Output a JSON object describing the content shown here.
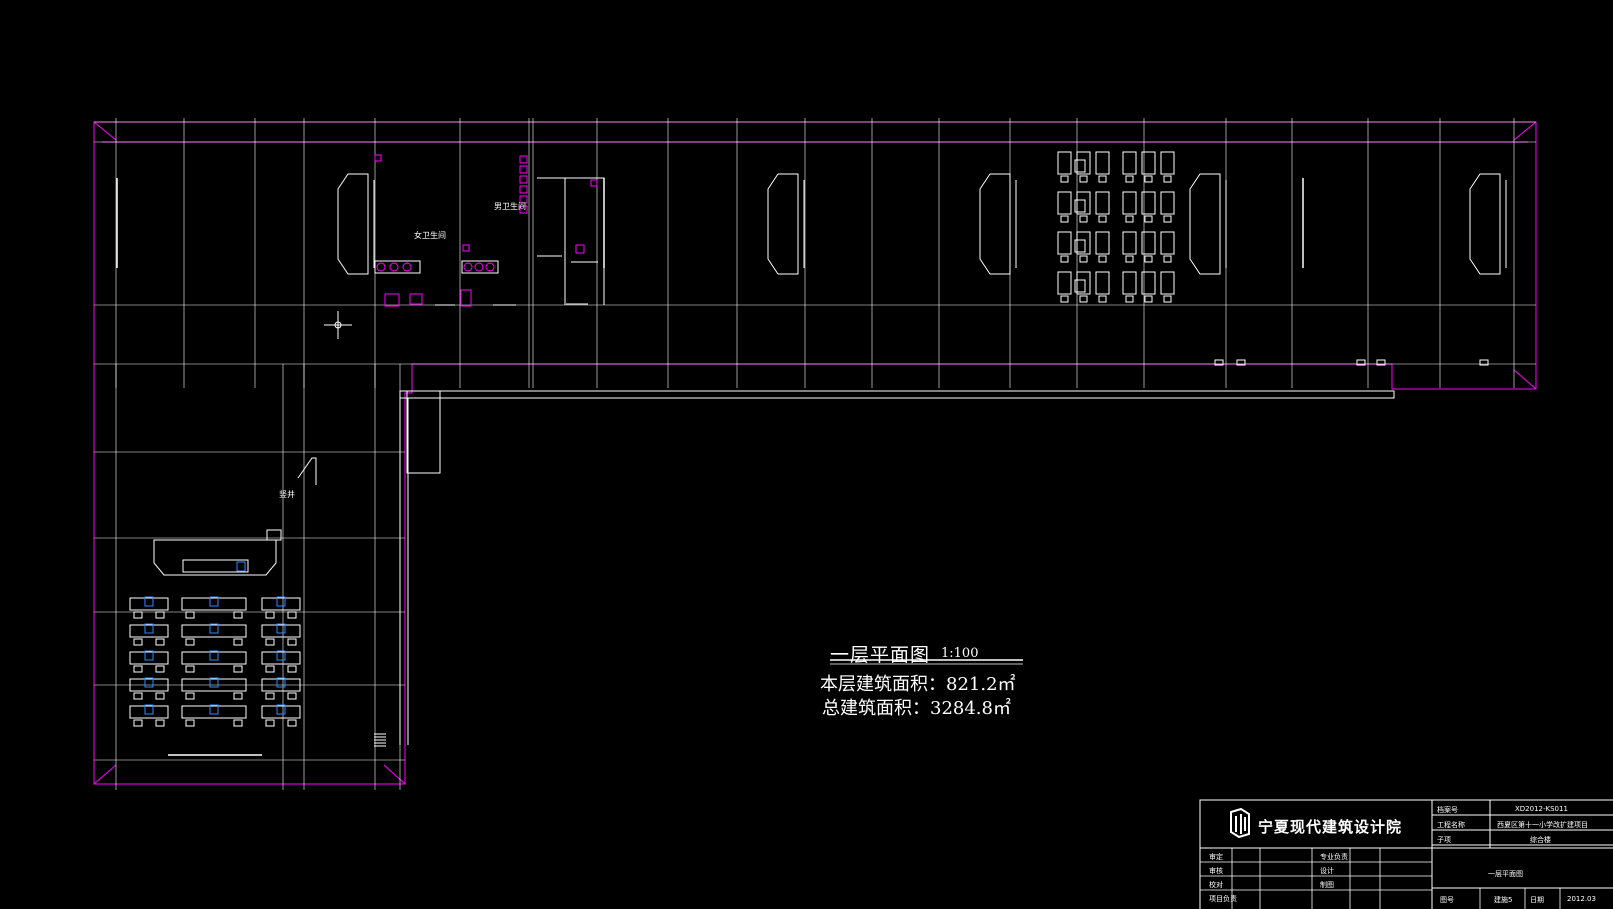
{
  "drawing": {
    "title": "一层平面图",
    "scale": "1:100",
    "floor_area_label": "本层建筑面积：821.2㎡",
    "total_area_label": "总建筑面积：3284.8㎡"
  },
  "rooms": {
    "female_toilet": "女卫生间",
    "male_toilet": "男卫生间",
    "shaft": "竖井"
  },
  "title_block": {
    "company": "宁夏现代建筑设计院",
    "project_no_label": "档案号",
    "project_no": "XD2012-KS011",
    "project_name_label": "工程名称",
    "project_name": "西夏区第十一小学改扩建项目",
    "sub_item_label": "子项",
    "sub_item": "综合楼",
    "drawing_name": "一层平面图",
    "roles": [
      "审定",
      "审核",
      "校对",
      "项目负责"
    ],
    "roles2": [
      "专业负责",
      "设计",
      "制图"
    ],
    "sheet_label": "图号",
    "sheet_no": "建施5",
    "date_label": "日期",
    "date": "2012.03"
  },
  "colors": {
    "background": "#000000",
    "lines": "#ffffff",
    "outline": "#ff00ff",
    "accent": "#2b8cff"
  }
}
